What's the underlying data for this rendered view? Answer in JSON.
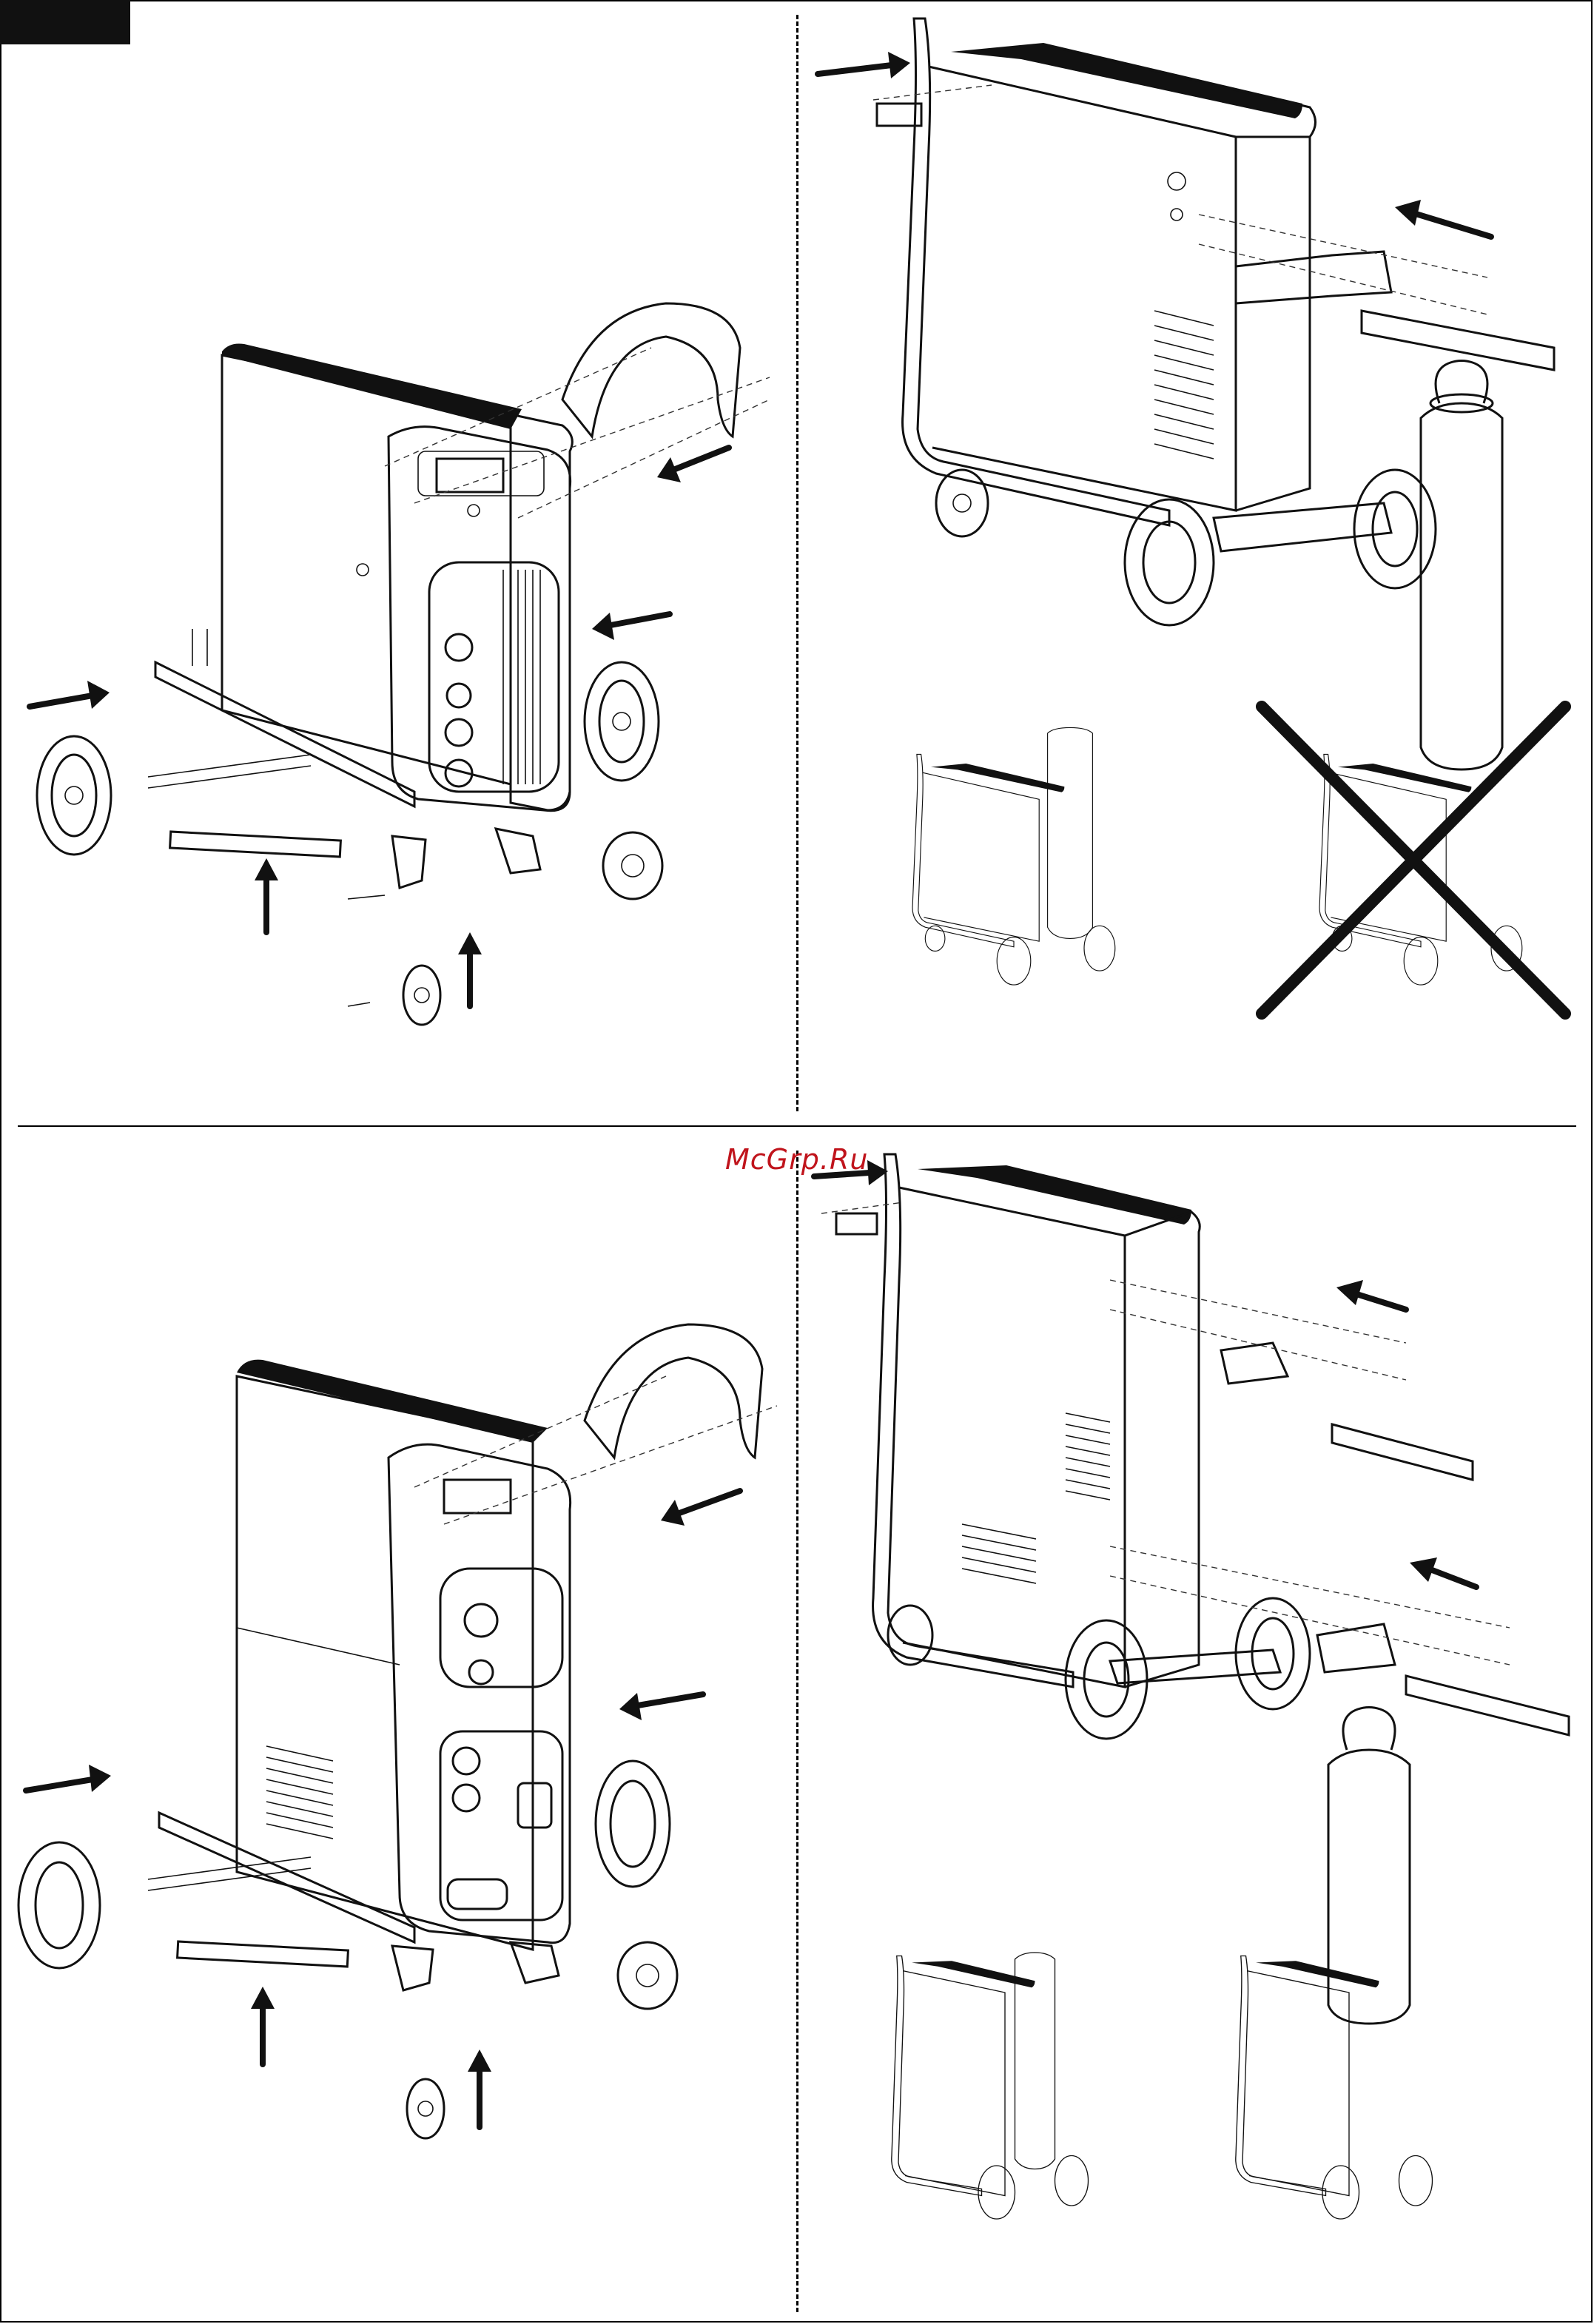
{
  "page": {
    "watermark": "McGrp.Ru"
  },
  "panels": [
    {
      "id": "top-left",
      "caption": ""
    },
    {
      "id": "top-right",
      "caption": ""
    },
    {
      "id": "bottom-left",
      "caption": ""
    },
    {
      "id": "bottom-right",
      "caption": ""
    }
  ],
  "icons": {
    "arrow": "arrow-icon",
    "forbidden": "x-mark-icon",
    "gas-cylinder": "gas-cylinder-icon",
    "wheel": "wheel-icon"
  }
}
